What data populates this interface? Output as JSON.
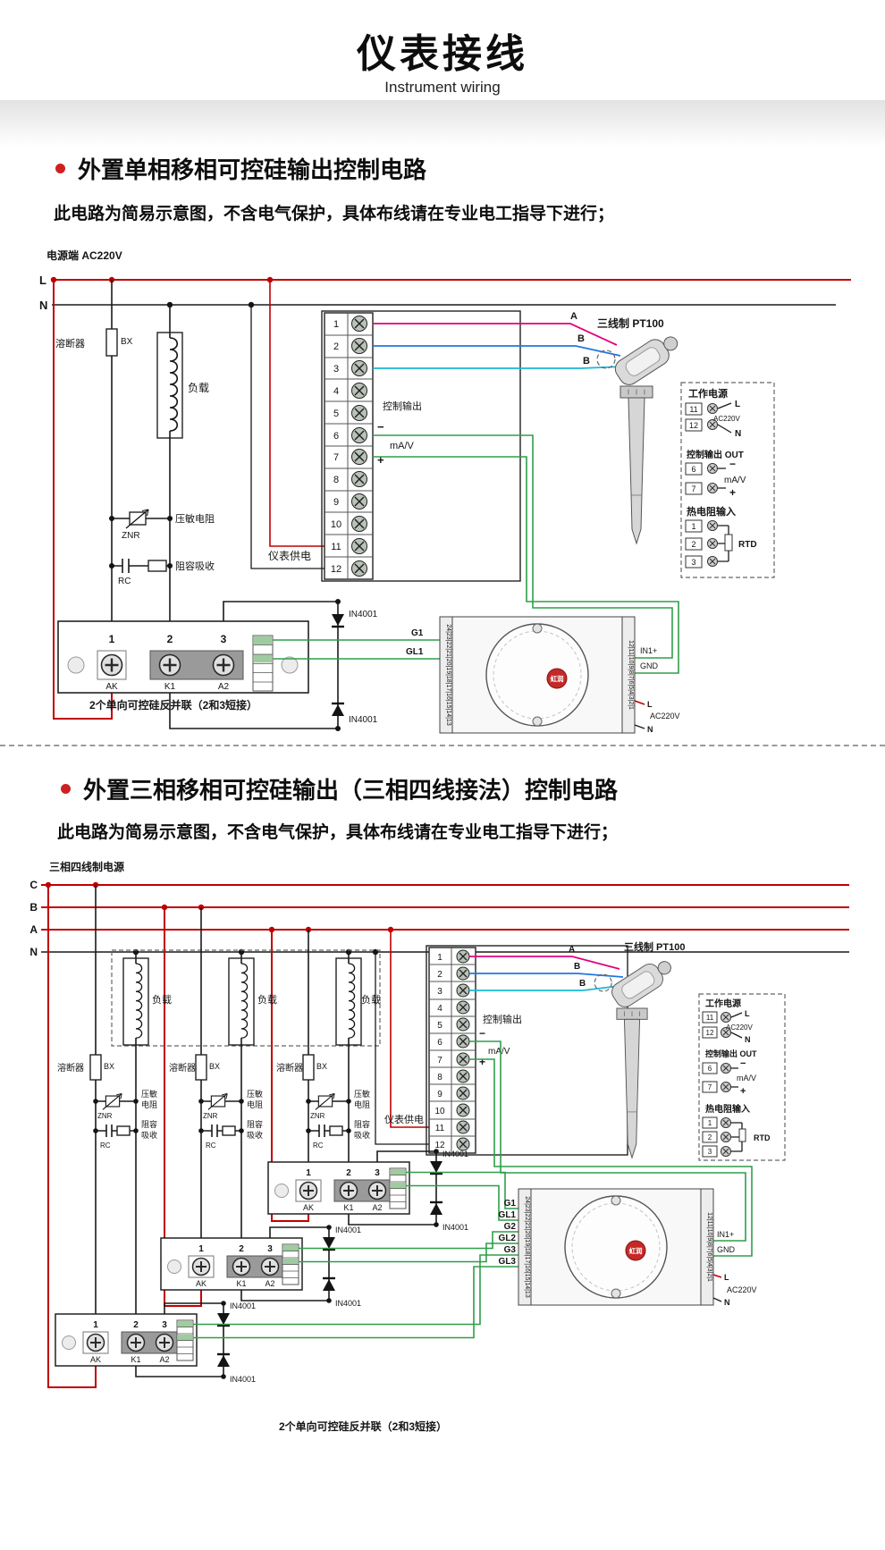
{
  "header": {
    "title": "仪表接线",
    "subtitle": "Instrument wiring"
  },
  "sections": {
    "s1_title": "外置单相移相可控硅输出控制电路",
    "s2_title": "外置三相移相可控硅输出（三相四线接法）控制电路",
    "note": "此电路为简易示意图，不含电气保护，具体布线请在专业电工指导下进行；"
  },
  "labels": {
    "power1": "电源端  AC220V",
    "power2": "三相四线制电源",
    "L": "L",
    "N": "N",
    "C": "C",
    "B": "B",
    "A": "A",
    "fuse": "溶断器",
    "bx": "BX",
    "load": "负载",
    "varistor": "压敏电阻",
    "varistor_l1": "压敏",
    "varistor_l2": "电阻",
    "znr": "ZNR",
    "rc_full": "阻容吸收",
    "rc_l1": "阻容",
    "rc_l2": "吸收",
    "rc": "RC",
    "ctrl_out": "控制输出",
    "mav": "mA/V",
    "plus": "+",
    "minus": "−",
    "meter_supply": "仪表供电",
    "pt100": "三线制 PT100",
    "diode": "IN4001",
    "scr_caption": "2个单向可控硅反并联（2和3短接）",
    "ak": "AK",
    "k1": "K1",
    "a2": "A2",
    "g1": "G1",
    "gl1": "GL1",
    "g2": "G2",
    "gl2": "GL2",
    "g3": "G3",
    "gl3": "GL3",
    "wa": "A",
    "wb": "B"
  },
  "terminals": [
    "1",
    "2",
    "3",
    "4",
    "5",
    "6",
    "7",
    "8",
    "9",
    "10",
    "11",
    "12"
  ],
  "panel": {
    "work_power": "工作电源",
    "t11": "11",
    "t12": "12",
    "L": "L",
    "ac": "AC220V",
    "N": "N",
    "ctrl_out": "控制输出 OUT",
    "t6": "6",
    "t7": "7",
    "rtd_in": "热电阻输入",
    "t1": "1",
    "t2": "2",
    "t3": "3",
    "rtd": "RTD"
  },
  "meter": {
    "left_terms": "24|23|22|21|20|19|18|17|16|15|14|13",
    "right_terms": "12|11|10|9|8|7|6|5|4|3|2|1",
    "in1": "IN1+",
    "gnd": "GND",
    "L": "L",
    "ac": "AC220V",
    "N": "N",
    "logo": "虹润"
  }
}
